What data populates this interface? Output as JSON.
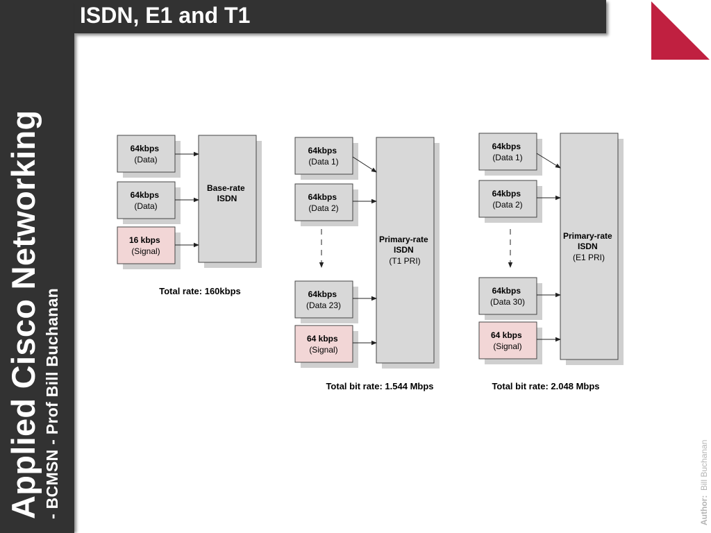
{
  "slide": {
    "title": "ISDN, E1 and T1",
    "sidebar_line1": "Applied Cisco Networking",
    "sidebar_line2": "- BCMSN - Prof Bill Buchanan",
    "author_label": "Author:",
    "author_name": "Bill Buchanan"
  },
  "colors": {
    "dark_bar": "#323232",
    "accent": "#c02040",
    "box_fill": "#d8d8d8",
    "signal_fill": "#f2d6d6",
    "shadow": "#cfcfcf"
  },
  "diagram": {
    "groups": [
      {
        "channels": [
          {
            "rate": "64kbps",
            "label": "(Data)"
          },
          {
            "rate": "64kbps",
            "label": "(Data)"
          },
          {
            "rate": "16 kbps",
            "label": "(Signal)"
          }
        ],
        "target_line1": "Base-rate",
        "target_line2": "ISDN",
        "target_line3": "",
        "total": "Total rate: 160kbps"
      },
      {
        "channels": [
          {
            "rate": "64kbps",
            "label": "(Data 1)"
          },
          {
            "rate": "64kbps",
            "label": "(Data 2)"
          },
          {
            "rate": "64kbps",
            "label": "(Data 23)"
          },
          {
            "rate": "64 kbps",
            "label": "(Signal)"
          }
        ],
        "target_line1": "Primary-rate",
        "target_line2": "ISDN",
        "target_line3": "(T1 PRI)",
        "total": "Total bit rate: 1.544 Mbps"
      },
      {
        "channels": [
          {
            "rate": "64kbps",
            "label": "(Data 1)"
          },
          {
            "rate": "64kbps",
            "label": "(Data 2)"
          },
          {
            "rate": "64kbps",
            "label": "(Data 30)"
          },
          {
            "rate": "64 kbps",
            "label": "(Signal)"
          }
        ],
        "target_line1": "Primary-rate",
        "target_line2": "ISDN",
        "target_line3": "(E1 PRI)",
        "total": "Total bit rate: 2.048 Mbps"
      }
    ]
  }
}
